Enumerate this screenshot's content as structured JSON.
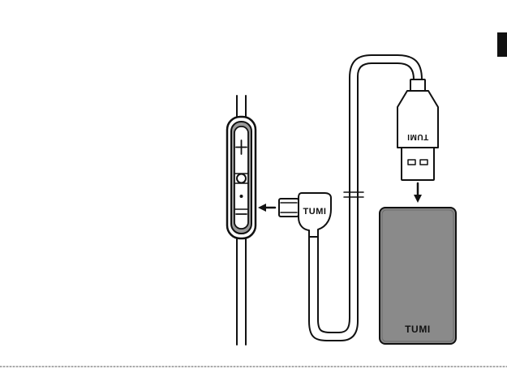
{
  "labels": {
    "remote_brand": "TUMI",
    "usb_brand": "TUMI",
    "powerbank_brand": "TUMI"
  },
  "icons": {
    "plus": "plus-icon",
    "minus": "minus-icon",
    "center": "center-button-icon",
    "mic": "microphone-dot-icon"
  },
  "colors": {
    "line": "#111111",
    "device_fill": "#8a8a8a",
    "remote_fill": "#9a9a9a",
    "tab": "#111111"
  }
}
